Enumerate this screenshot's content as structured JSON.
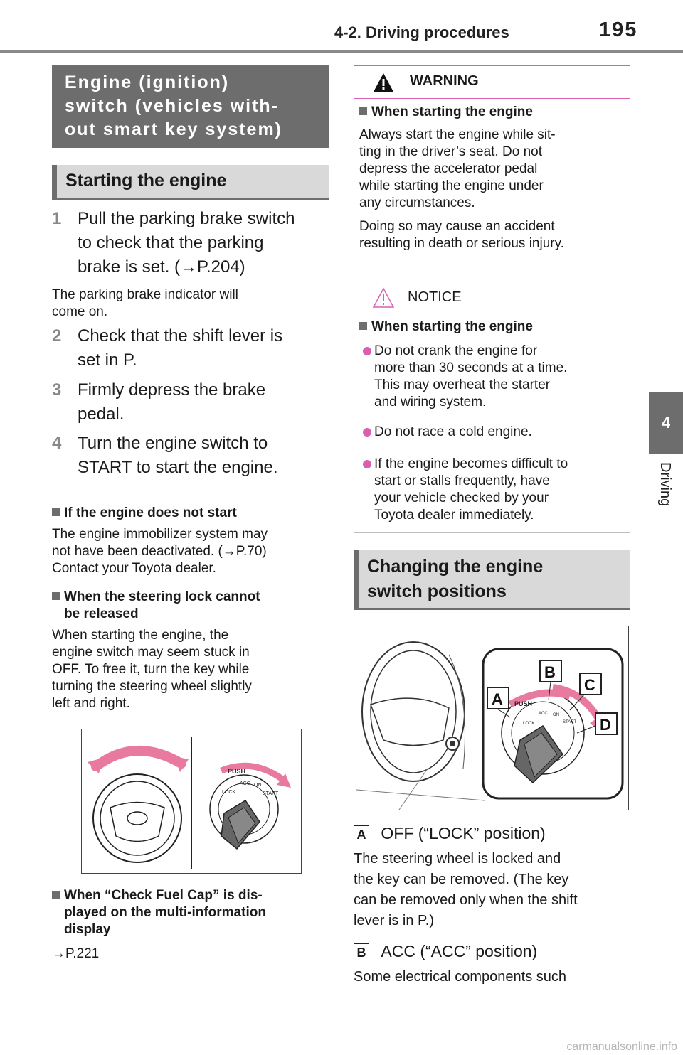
{
  "header": {
    "section": "4-2. Driving procedures",
    "page_number": "195"
  },
  "side_tab": {
    "number": "4",
    "label": "Driving"
  },
  "left": {
    "section_title": "Engine (ignition) switch (vehicles with-out smart key system)",
    "section_title_lines": [
      "Engine (ignition)",
      "switch (vehicles with-",
      "out smart key system)"
    ],
    "subheading": "Starting the engine",
    "steps": [
      {
        "num": "1",
        "lines": [
          "Pull the parking brake switch",
          "to check that the parking",
          "brake is set. (→P.204)"
        ]
      },
      {
        "num": "2",
        "lines": [
          "Check that the shift lever is",
          "set in P."
        ]
      },
      {
        "num": "3",
        "lines": [
          "Firmly depress the brake",
          "pedal."
        ]
      },
      {
        "num": "4",
        "lines": [
          "Turn the engine switch to",
          "START to start the engine."
        ]
      }
    ],
    "step1_note": [
      "The parking brake indicator will",
      "come on."
    ],
    "notes": [
      {
        "heading": [
          "If the engine does not start"
        ],
        "body": [
          "The engine immobilizer system may",
          "not have been deactivated. (→P.70)",
          "Contact your Toyota dealer."
        ]
      },
      {
        "heading": [
          "When the steering lock cannot",
          "be released"
        ],
        "body": [
          "When starting the engine, the",
          "engine switch may seem stuck in",
          "OFF. To free it, turn the key while",
          "turning the steering wheel slightly",
          "left and right."
        ]
      },
      {
        "heading": [
          "When “Check Fuel Cap” is dis-",
          "played on the multi-information",
          "display"
        ],
        "body": [
          "→P.221"
        ]
      }
    ],
    "figure_labels": {
      "push": "PUSH",
      "lock": "LOCK",
      "acc": "ACC",
      "on": "ON",
      "start": "START"
    }
  },
  "right": {
    "warning": {
      "title": "WARNING",
      "heading": "When starting the engine",
      "para1": [
        "Always start the engine while sit-",
        "ting in the driver’s seat. Do not",
        "depress the accelerator pedal",
        "while starting the engine under",
        "any circumstances."
      ],
      "para2": [
        "Doing so may cause an accident",
        "resulting in death or serious injury."
      ]
    },
    "notice": {
      "title": "NOTICE",
      "heading": "When starting the engine",
      "bullets": [
        [
          "Do not crank the engine for",
          "more than 30 seconds at a time.",
          "This may overheat the starter",
          "and wiring system."
        ],
        [
          "Do not race a cold engine."
        ],
        [
          "If the engine becomes difficult to",
          "start or stalls frequently, have",
          "your vehicle checked by your",
          "Toyota dealer immediately."
        ]
      ]
    },
    "subheading": [
      "Changing the engine",
      "switch positions"
    ],
    "figure_callouts": [
      "A",
      "B",
      "C",
      "D"
    ],
    "items": [
      {
        "letter": "A",
        "title": "OFF (“LOCK” position)",
        "body": [
          "The steering wheel is locked and",
          "the key can be removed. (The key",
          "can be removed only when the shift",
          "lever is in P.)"
        ]
      },
      {
        "letter": "B",
        "title": "ACC (“ACC” position)",
        "body": [
          "Some electrical components such"
        ]
      }
    ]
  },
  "watermark": "carmanualsonline.info",
  "colors": {
    "accent_pink": "#d95fb0",
    "section_grey": "#6d6d6d",
    "sub_grey": "#d9d9d9",
    "arrow_pink": "#e87aa0"
  }
}
